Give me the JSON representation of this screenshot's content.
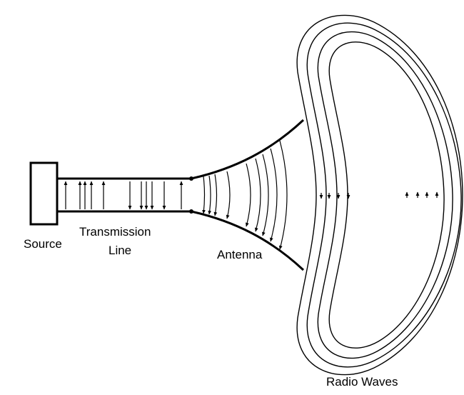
{
  "labels": {
    "source": "Source",
    "transmission_line_1": "Transmission",
    "transmission_line_2": "Line",
    "antenna": "Antenna",
    "radio_waves": "Radio Waves"
  },
  "colors": {
    "ink": "#000000",
    "background": "#ffffff"
  },
  "icons": {
    "field_arrow": "arrowhead"
  }
}
